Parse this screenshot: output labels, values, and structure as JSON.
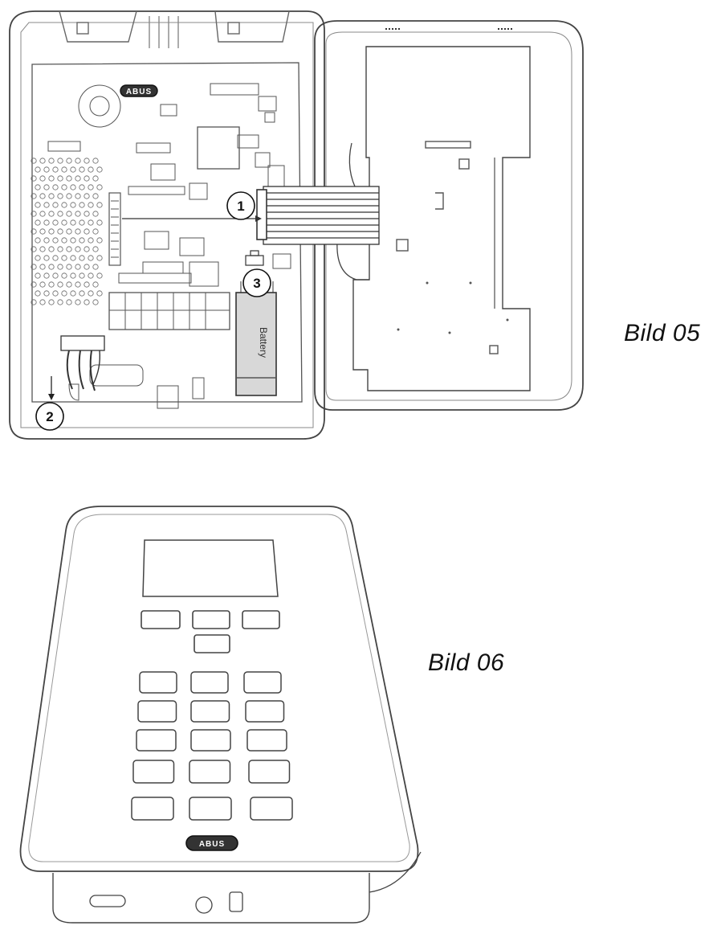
{
  "figures": [
    {
      "caption": "Bild 05",
      "callouts": [
        "1",
        "2",
        "3"
      ],
      "logo_text": "ABUS",
      "battery_text": "Battery"
    },
    {
      "caption": "Bild 06",
      "logo_text": "ABUS"
    }
  ]
}
